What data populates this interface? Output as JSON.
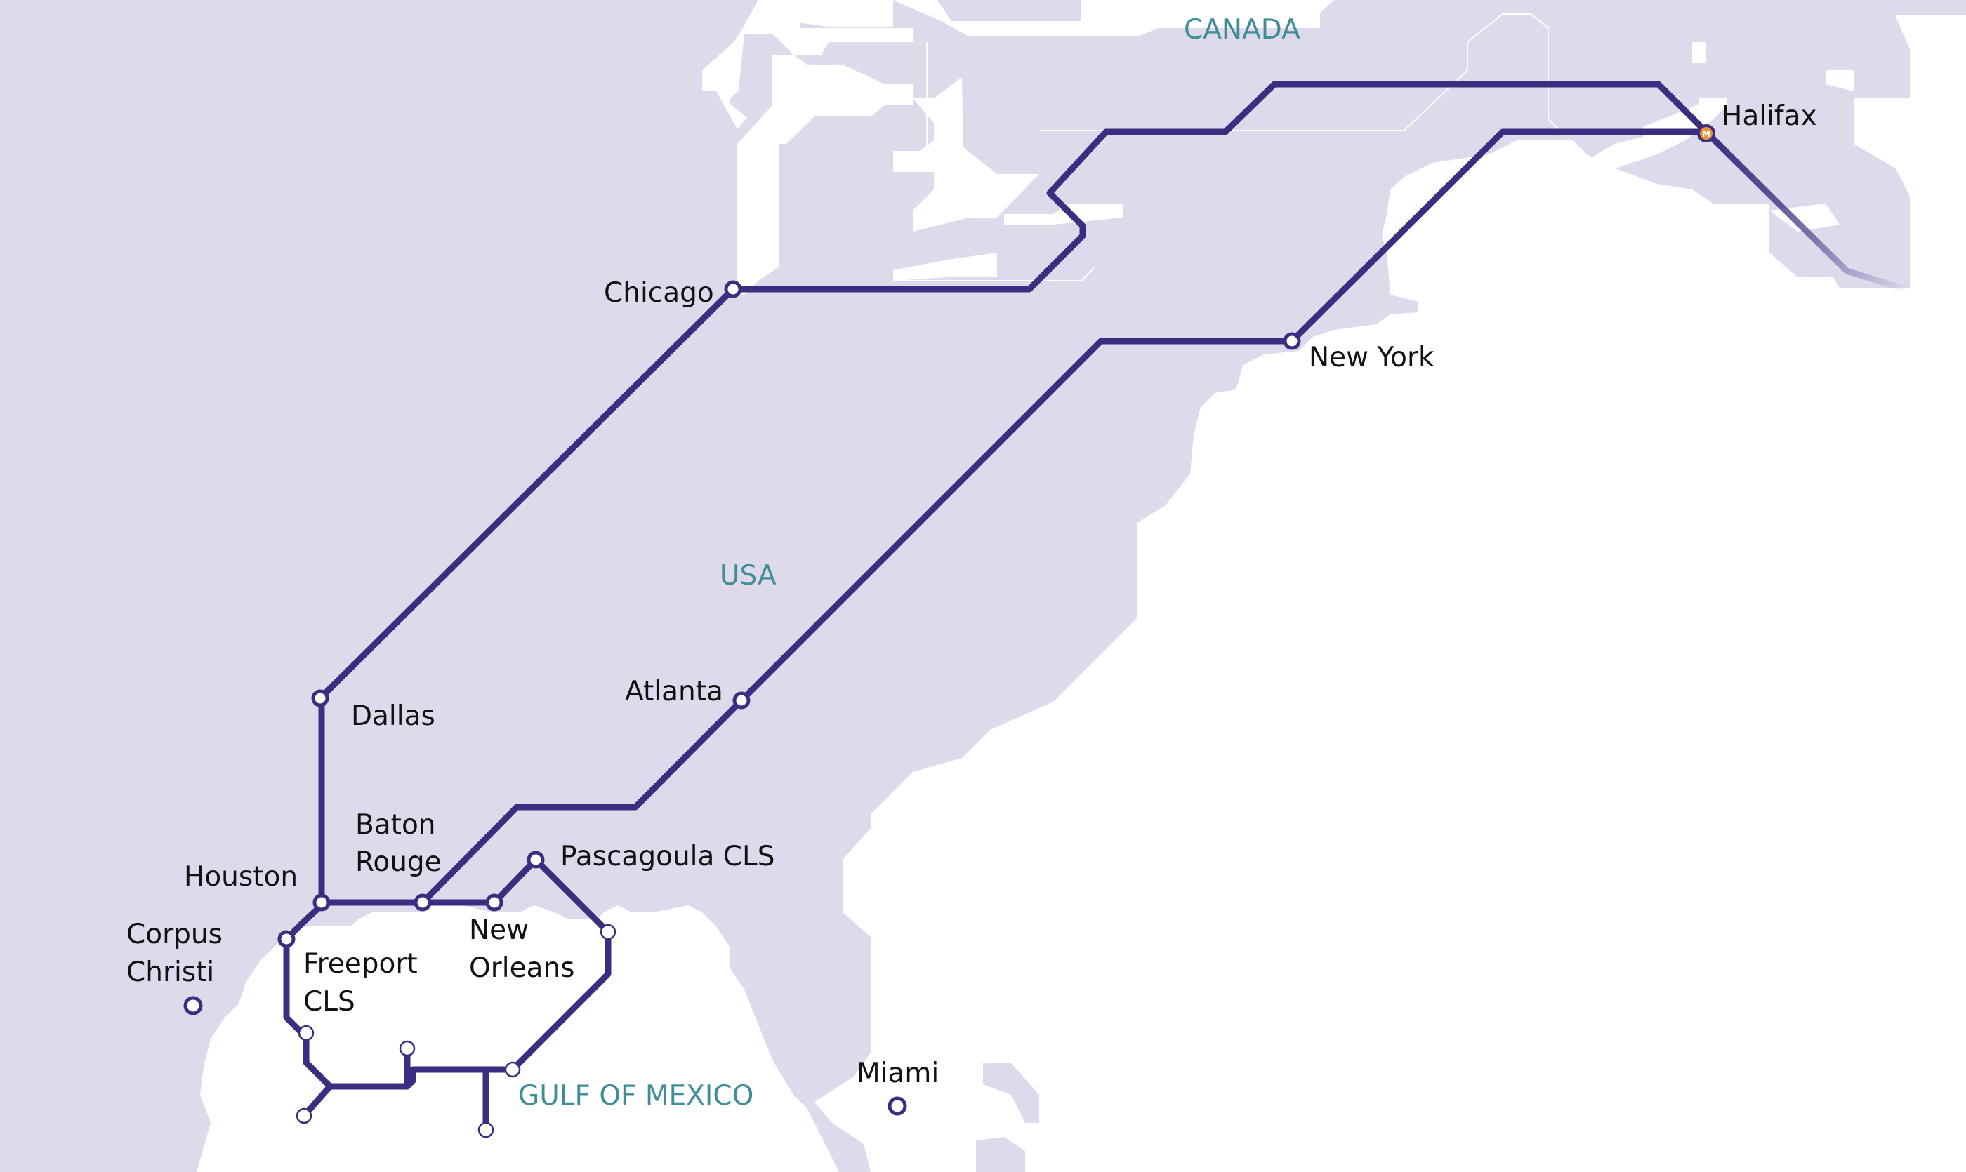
{
  "map": {
    "colors": {
      "land": "#dfd9ec",
      "water": "#ffffff",
      "route": "#3a2e80",
      "station_fill": "#ffffff",
      "hub_marker": "#f0922b",
      "region_label": "#3f8d96",
      "city_label": "#111111"
    },
    "regions": {
      "canada": "CANADA",
      "usa": "USA",
      "gulf": "GULF OF MEXICO"
    },
    "cities": {
      "halifax": "Halifax",
      "chicago": "Chicago",
      "new_york": "New York",
      "dallas": "Dallas",
      "atlanta": "Atlanta",
      "baton_rouge_1": "Baton",
      "baton_rouge_2": "Rouge",
      "houston": "Houston",
      "pascagoula": "Pascagoula CLS",
      "corpus_christi_1": "Corpus",
      "corpus_christi_2": "Christi",
      "new_orleans_1": "New",
      "new_orleans_2": "Orleans",
      "freeport_1": "Freeport",
      "freeport_2": "CLS",
      "miami": "Miami"
    },
    "hub_marker_icon": "anchor-hub-icon",
    "hub_marker_letter": "M"
  }
}
